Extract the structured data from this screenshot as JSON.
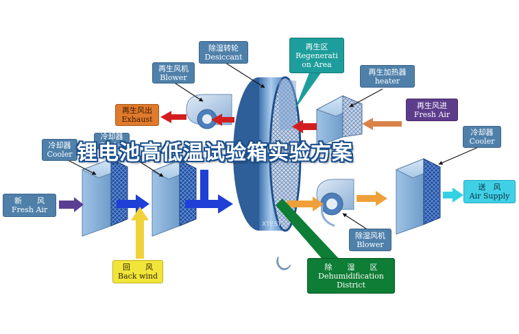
{
  "title": "锂电池高低温试验箱实验方案",
  "watermark": "XTEST",
  "labels": {
    "desiccant": {
      "cn": "除湿转轮",
      "en": "Desiccant"
    },
    "regen_area": {
      "cn": "再生区",
      "en1": "Regenerati",
      "en2": "on Area"
    },
    "regen_blower": {
      "cn": "再生风机",
      "en": "Blower"
    },
    "regen_heater": {
      "cn": "再生加热器",
      "en": "heater"
    },
    "exhaust": {
      "cn": "再生风出",
      "en": "Exhaust"
    },
    "fresh_air_regen": {
      "cn": "再生风进",
      "en": "Fresh Air"
    },
    "cooler_left": {
      "cn": "冷却器",
      "en": "Cooler"
    },
    "cooler_mid": {
      "cn": "冷却器",
      "en": "Cooler"
    },
    "cooler_right": {
      "cn": "冷却器",
      "en": "Cooler"
    },
    "fresh_air": {
      "cn": "新　　风",
      "en": "Fresh Air"
    },
    "supply_air": {
      "cn": "送　风",
      "en": "Air Supply"
    },
    "back_wind": {
      "cn": "回　　风",
      "en": "Back wind"
    },
    "process_blower": {
      "cn": "除湿风机",
      "en": "Blower"
    },
    "dehumid": {
      "cn": "除　　湿　　区",
      "en1": "Dehumidification",
      "en2": "District"
    }
  },
  "colors": {
    "label_blue": "#4f80aa",
    "regen_teal": "#1d9d9b",
    "exhaust_orange": "#e07a2c",
    "fresh_purple": "#5e3c8c",
    "supply_cyan": "#3fd0e6",
    "back_yellow": "#f2e53a",
    "dehumid_green": "#0e7d35",
    "title_outline": "#1b4f8e"
  }
}
